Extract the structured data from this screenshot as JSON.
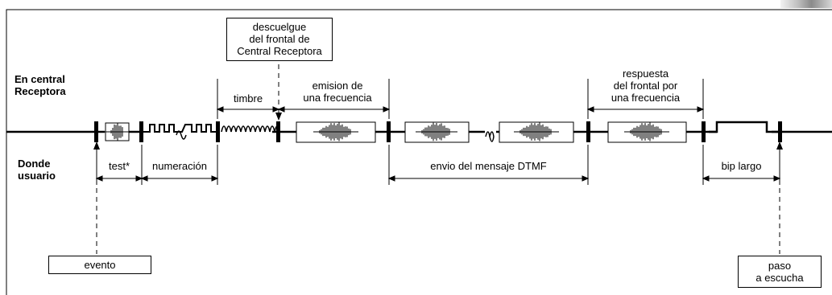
{
  "rows": {
    "top": [
      "En central",
      "Receptora"
    ],
    "bottom": [
      "Donde",
      "usuario"
    ]
  },
  "boxes": {
    "descuelgue": [
      "descuelgue",
      "del frontal de",
      "Central Receptora"
    ],
    "evento": "evento",
    "paso": [
      "paso",
      "a escucha"
    ]
  },
  "phases": {
    "timbre": "timbre",
    "emision": [
      "emision de",
      "una frecuencia"
    ],
    "respuesta": [
      "respuesta",
      "del frontal por",
      "una  frecuencia"
    ],
    "test": "test*",
    "numeracion": "numeración",
    "envio": "envio del mensaje DTMF",
    "bip": "bip largo"
  },
  "colors": {
    "line": "#000000",
    "corner": "#8a8a8a"
  }
}
